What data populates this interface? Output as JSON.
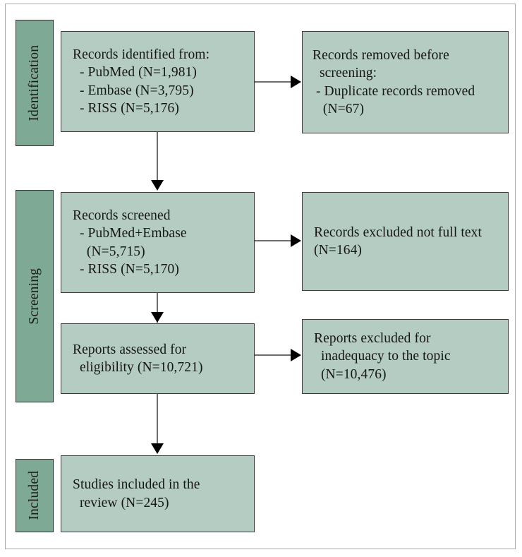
{
  "diagram": {
    "type": "prisma-flow-diagram",
    "colors": {
      "stage_tab_fill": "#7ea994",
      "node_fill": "#b4ccc1",
      "node_border": "#3b3b39",
      "connector_line": "#6d6d6d",
      "arrowhead": "#000000",
      "frame_border": "#a9a9a9",
      "text": "#161616",
      "background": "#ffffff"
    },
    "stages": [
      {
        "id": "identification",
        "label": "Identification"
      },
      {
        "id": "screening",
        "label": "Screening"
      },
      {
        "id": "included",
        "label": "Included"
      }
    ],
    "nodes": {
      "records_identified": {
        "stage": "identification",
        "text": "Records identified from:\n  - PubMed (N=1,981)\n  - Embase (N=3,795)\n  - RISS (N=5,176)"
      },
      "records_removed": {
        "stage": "identification",
        "text": "Records removed before\n  screening:\n - Duplicate records removed\n   (N=67)"
      },
      "records_screened": {
        "stage": "screening",
        "text": "Records screened\n  - PubMed+Embase\n    (N=5,715)\n  - RISS (N=5,170)"
      },
      "records_excluded": {
        "stage": "screening",
        "text": "Records excluded not full text\n(N=164)"
      },
      "reports_assessed": {
        "stage": "screening",
        "text": "Reports assessed for\n  eligibility (N=10,721)"
      },
      "reports_excluded": {
        "stage": "screening",
        "text": "Reports excluded for\n  inadequacy to the topic\n  (N=10,476)"
      },
      "studies_included": {
        "stage": "included",
        "text": "Studies included in the\n  review (N=245)"
      }
    },
    "counts": {
      "pubmed_identified": "1,981",
      "embase_identified": "3,795",
      "riss_identified": "5,176",
      "duplicates_removed": "67",
      "pubmed_embase_screened": "5,715",
      "riss_screened": "5,170",
      "excluded_not_full_text": "164",
      "reports_assessed_eligibility": "10,721",
      "excluded_inadequate_topic": "10,476",
      "studies_included_review": "245"
    }
  }
}
